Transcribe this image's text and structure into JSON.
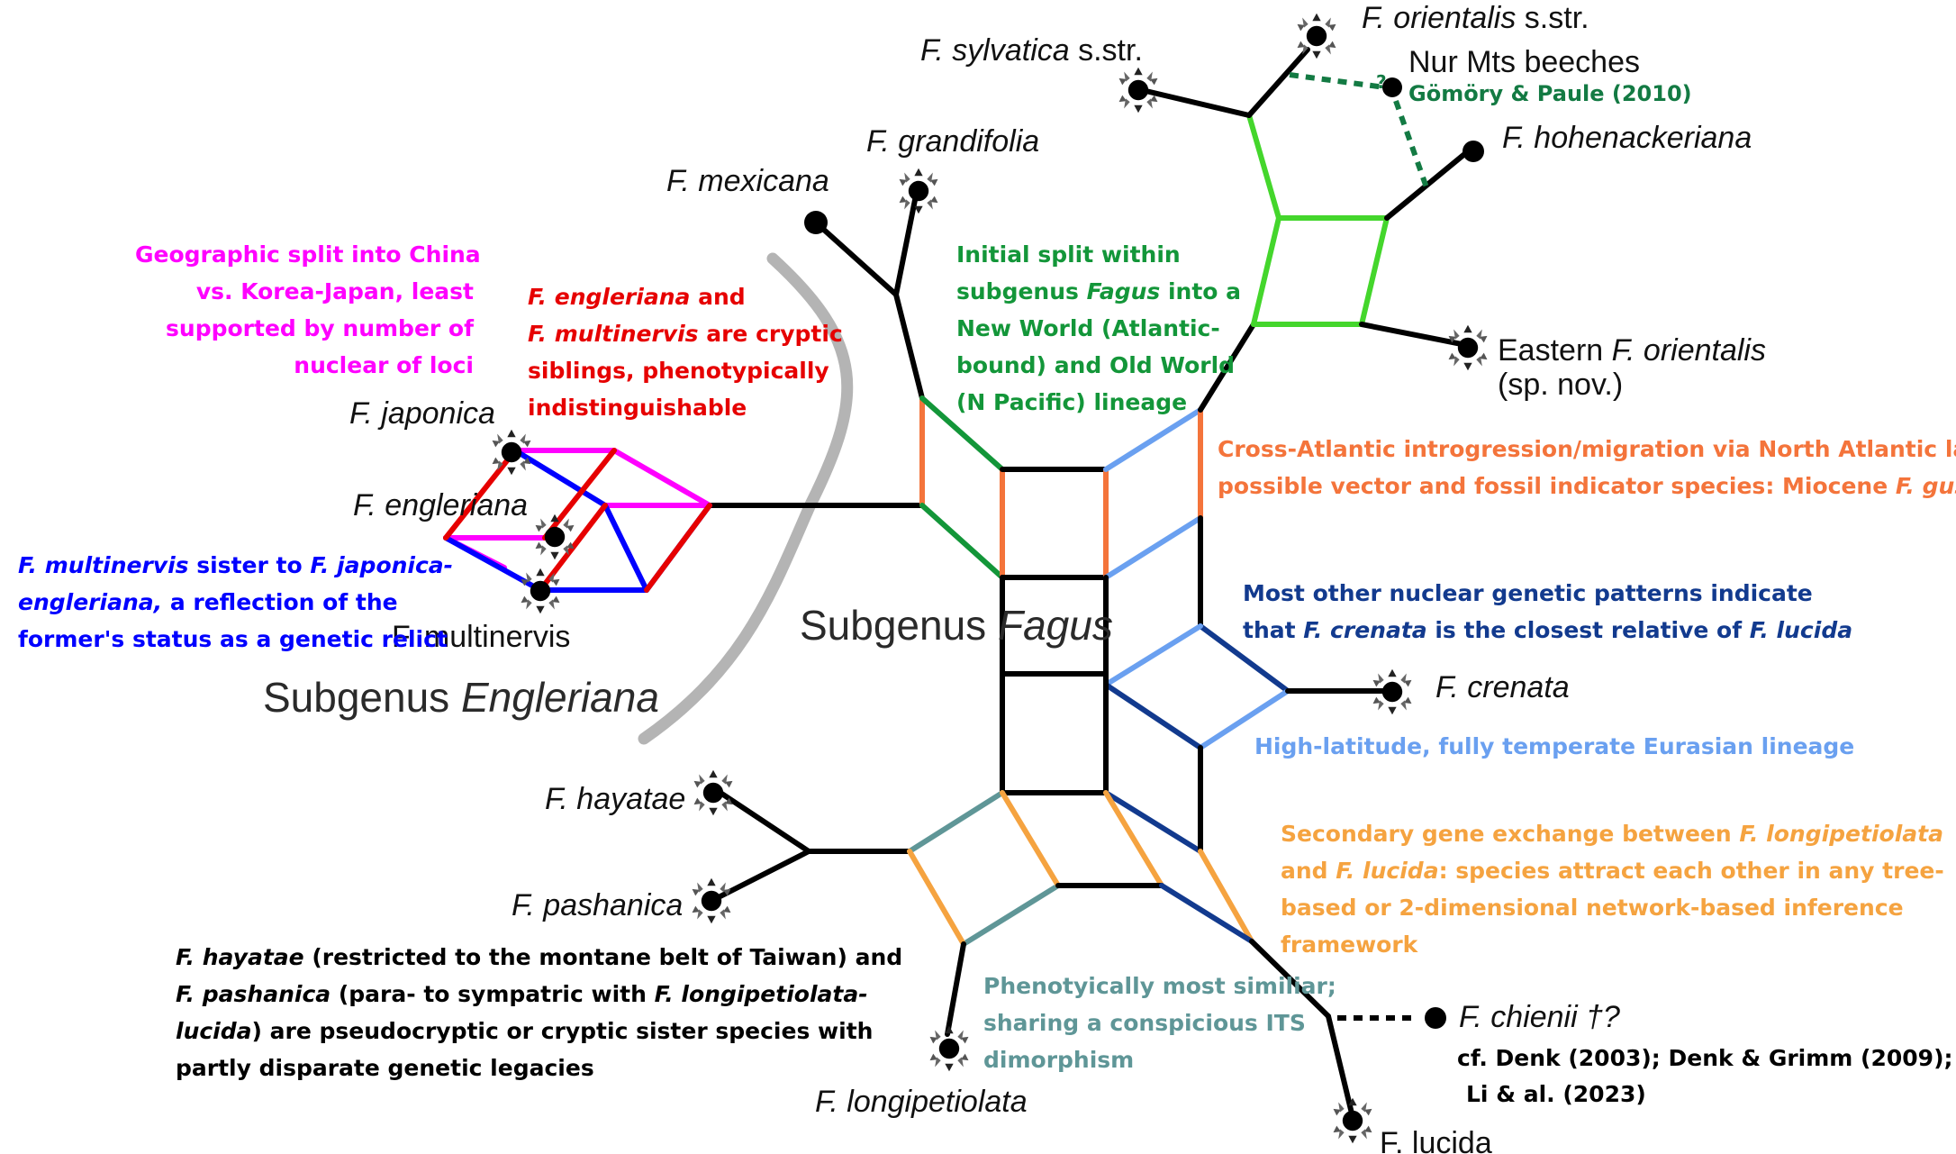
{
  "colors": {
    "black": "#000000",
    "magenta": "#ff00ff",
    "red": "#e60000",
    "blue": "#0000ff",
    "dark_green": "#139639",
    "light_green": "#44d62c",
    "orange_red": "#f4743b",
    "light_blue": "#6aa0f0",
    "dark_blue": "#123a8e",
    "teal": "#5f9697",
    "light_orange": "#f5a340",
    "grey_arc": "#b4b4b4"
  },
  "taxa": {
    "sylvatica": {
      "name": "F. sylvatica",
      "suffix": " s.str."
    },
    "orientalis": {
      "name": "F. orientalis",
      "suffix": " s.str."
    },
    "nur_line1": "Nur Mts beeches",
    "nur_source": "Gömöry & Paule (2010)",
    "hohenackeriana": "F. hohenackeriana",
    "eastern_prefix": "Eastern ",
    "eastern_name": "F. orientalis",
    "eastern_line2": "(sp. nov.)",
    "grandifolia": "F. grandifolia",
    "mexicana": "F. mexicana",
    "japonica": "F. japonica",
    "engleriana": "F. engleriana",
    "multinervis": "F. multinervis",
    "crenata": "F. crenata",
    "hayatae": "F. hayatae",
    "pashanica": "F. pashanica",
    "longipetiolata": "F. longipetiolata",
    "chienii": "F. chienii †?",
    "chienii_ref1": "cf. Denk (2003); Denk & Grimm (2009);",
    "chienii_ref2": "Li & al. (2023)",
    "lucida": "F. lucida",
    "question_mark": "?"
  },
  "subgenus": {
    "fagus_prefix": "Subgenus ",
    "fagus_name": "Fagus",
    "engleriana_prefix": "Subgenus ",
    "engleriana_name": "Engleriana"
  },
  "notes": {
    "geo": [
      "Geographic split into China",
      "vs. Korea-Japan, least",
      "supported by number of",
      "nuclear of loci"
    ],
    "cryptic": {
      "a1": "F. engleriana",
      "a2": " and",
      "b1": "F. multinervis",
      "b2": " are cryptic",
      "c": "siblings, phenotypically",
      "d": "indistinguishable"
    },
    "multinervis": {
      "a1": "F. multinervis",
      "a2": " sister to ",
      "a3": "F. japonica-",
      "b1": "engleriana,",
      "b2": " a reflection of the",
      "c": "former's status as a genetic relict"
    },
    "initial": {
      "a": "Initial split within",
      "b1": "subgenus ",
      "b2": "Fagus",
      "b3": " into a",
      "c": "New World (Atlantic-",
      "d": "bound) and Old World",
      "e": "(N Pacific) lineage"
    },
    "atlantic": {
      "a": "Cross-Atlantic introgression/migration  via North Atlantic land bridge;",
      "b1": "possible vector and fossil indicator species: Miocene ",
      "b2": "F. gussonii"
    },
    "nuclear": {
      "a": "Most other nuclear genetic patterns indicate",
      "b1": "that ",
      "b2": "F. crenata",
      "b3": " is the closest relative of ",
      "b4": "F. lucida"
    },
    "highlat": "High-latitude, fully temperate Eurasian lineage",
    "secondary": {
      "a1": "Secondary gene exchange between ",
      "a2": "F. longipetiolata",
      "b1": "and ",
      "b2": "F. lucida",
      "b3": ": species attract each other in any tree-",
      "c": "based or 2-dimensional network-based inference",
      "d": "framework"
    },
    "pheno": [
      "Phenotyically most similiar;",
      "sharing a conspicious ITS",
      "dimorphism"
    ],
    "hayatae": {
      "a1": "F. hayatae",
      "a2": " (restricted to the montane belt of Taiwan) and",
      "b1": "F. pashanica",
      "b2": " (para- to sympatric with ",
      "b3": "F. longipetiolata-",
      "c1": "lucida",
      "c2": ") are pseudocryptic or cryptic sister species with",
      "d": "partly disparate genetic legacies"
    }
  }
}
